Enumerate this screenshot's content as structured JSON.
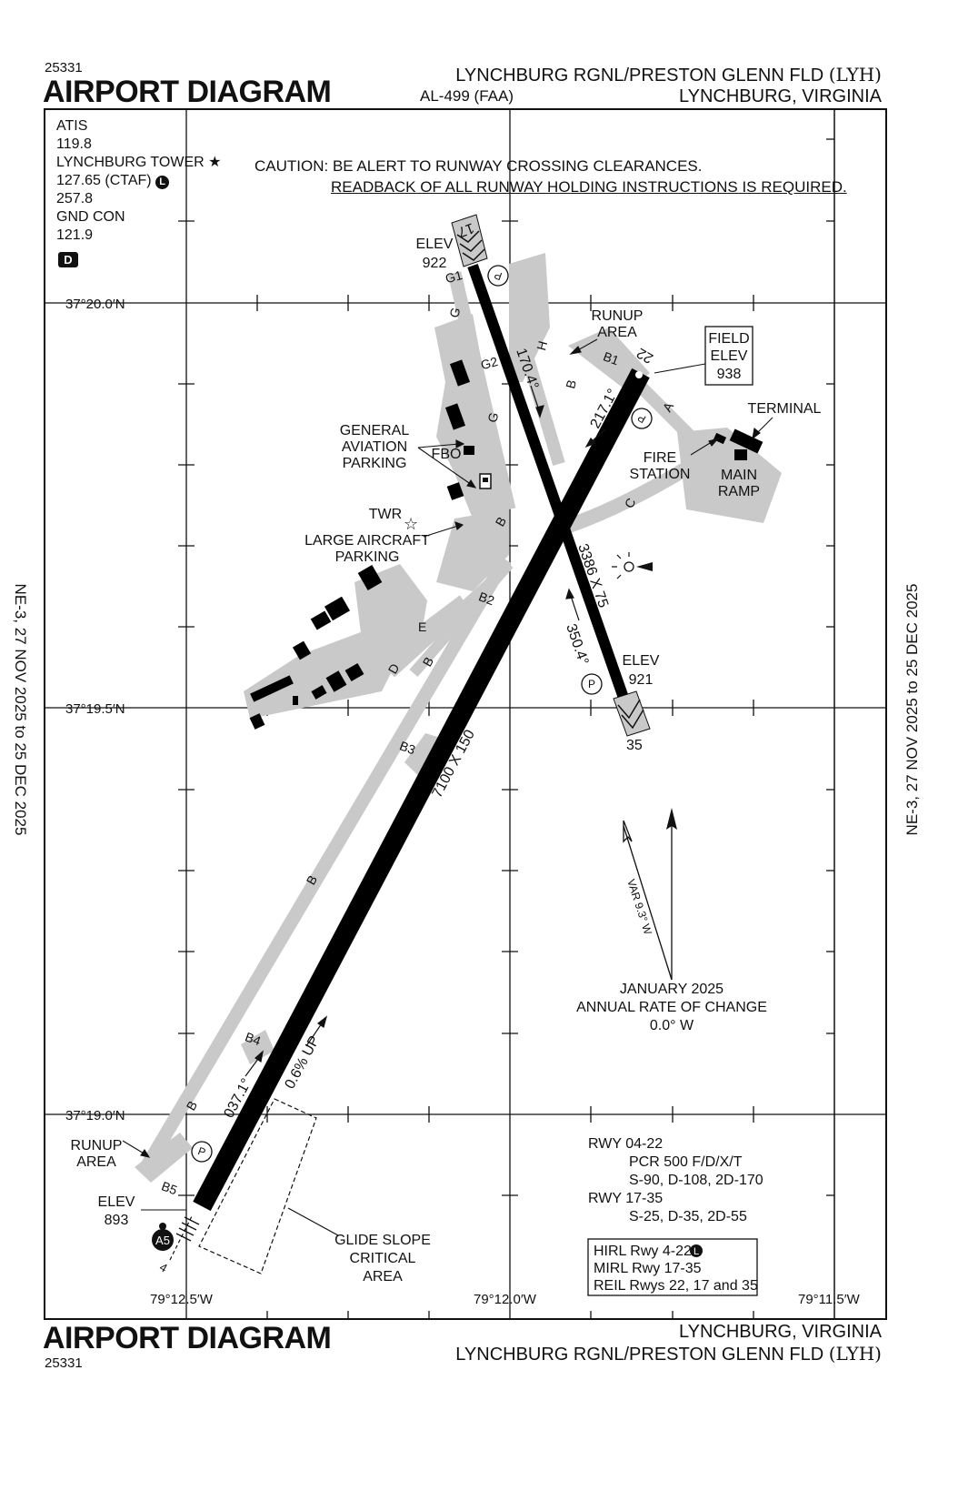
{
  "header": {
    "chart_number": "25331",
    "title": "AIRPORT DIAGRAM",
    "airport_name": "LYNCHBURG RGNL/PRESTON GLENN FLD",
    "airport_id": "(LYH)",
    "procedure_id": "AL-499 (FAA)",
    "city_state": "LYNCHBURG, VIRGINIA"
  },
  "footer": {
    "chart_number": "25331",
    "title": "AIRPORT DIAGRAM",
    "city_state": "LYNCHBURG, VIRGINIA",
    "airport_name": "LYNCHBURG RGNL/PRESTON GLENN FLD",
    "airport_id": "(LYH)"
  },
  "validity": {
    "left": "NE-3,  27 NOV 2025  to  25 DEC 2025",
    "right": "NE-3,  27 NOV 2025  to  25 DEC 2025"
  },
  "frequencies": {
    "atis_label": "ATIS",
    "atis_freq": "119.8",
    "tower_label": "LYNCHBURG TOWER",
    "tower_freq_1": "127.65 (CTAF)",
    "ctaf_badge": "L",
    "tower_freq_2": "257.8",
    "ground_label": "GND CON",
    "ground_freq": "121.9",
    "airspace_badge": "D"
  },
  "caution": {
    "line1": "CAUTION: BE ALERT TO RUNWAY CROSSING CLEARANCES.",
    "line2": "READBACK OF ALL RUNWAY HOLDING INSTRUCTIONS IS REQUIRED."
  },
  "coordinates": {
    "lat_top": "37°20.0′N",
    "lat_mid": "37°19.5′N",
    "lat_bot": "37°19.0′N",
    "lon_left": "79°12.5′W",
    "lon_mid": "79°12.0′W",
    "lon_right": "79°11.5′W"
  },
  "runways": {
    "rwy_17": "17",
    "rwy_35": "35",
    "rwy_22": "22",
    "rwy_4": "4",
    "dims_17_35": "3386 X 75",
    "dims_04_22": "7100 X 150",
    "hdg_170": "170.4°",
    "hdg_350": "350.4°",
    "hdg_217": "217.1°",
    "hdg_037": "037.1°",
    "slope": "0.6% UP",
    "elev_17_label": "ELEV",
    "elev_17_value": "922",
    "elev_35_label": "ELEV",
    "elev_35_value": "921",
    "elev_4_label": "ELEV",
    "elev_4_value": "893",
    "approach_light": "A5",
    "parking_symbol": "P"
  },
  "taxiways": {
    "g1": "G1",
    "g": "G",
    "g2": "G2",
    "h": "H",
    "b1": "B1",
    "a": "A",
    "c": "C",
    "b2": "B2",
    "e": "E",
    "d": "D",
    "b3": "B3",
    "b4": "B4",
    "b5": "B5",
    "b": "B"
  },
  "labels": {
    "field_elev_1": "FIELD",
    "field_elev_2": "ELEV",
    "field_elev_value": "938",
    "runup_area_top_1": "RUNUP",
    "runup_area_top_2": "AREA",
    "runup_area_bot_1": "RUNUP",
    "runup_area_bot_2": "AREA",
    "terminal": "TERMINAL",
    "fire_station_1": "FIRE",
    "fire_station_2": "STATION",
    "main_ramp_1": "MAIN",
    "main_ramp_2": "RAMP",
    "ga_parking_1": "GENERAL",
    "ga_parking_2": "AVIATION",
    "ga_parking_3": "PARKING",
    "fbo": "FBO",
    "twr": "TWR",
    "large_aircraft_1": "LARGE AIRCRAFT",
    "large_aircraft_2": "PARKING",
    "glide_slope_1": "GLIDE SLOPE",
    "glide_slope_2": "CRITICAL",
    "glide_slope_3": "AREA"
  },
  "magnetic_variation": {
    "var_label": "VAR 9.3° W",
    "epoch": "JANUARY 2025",
    "rate_label": "ANNUAL RATE OF CHANGE",
    "rate_value": "0.0° W"
  },
  "runway_info": {
    "rwy_0422_title": "RWY 04-22",
    "rwy_0422_pcr": "PCR 500 F/D/X/T",
    "rwy_0422_weights": "S-90, D-108, 2D-170",
    "rwy_1735_title": "RWY 17-35",
    "rwy_1735_weights": "S-25, D-35, 2D-55"
  },
  "lighting": {
    "hirl": "HIRL Rwy 4-22",
    "hirl_badge": "L",
    "mirl": "MIRL Rwy 17-35",
    "reil": "REIL Rwys 22, 17 and 35"
  },
  "colors": {
    "runway": "#000000",
    "pavement": "#c9c9c9",
    "ink": "#111111"
  }
}
